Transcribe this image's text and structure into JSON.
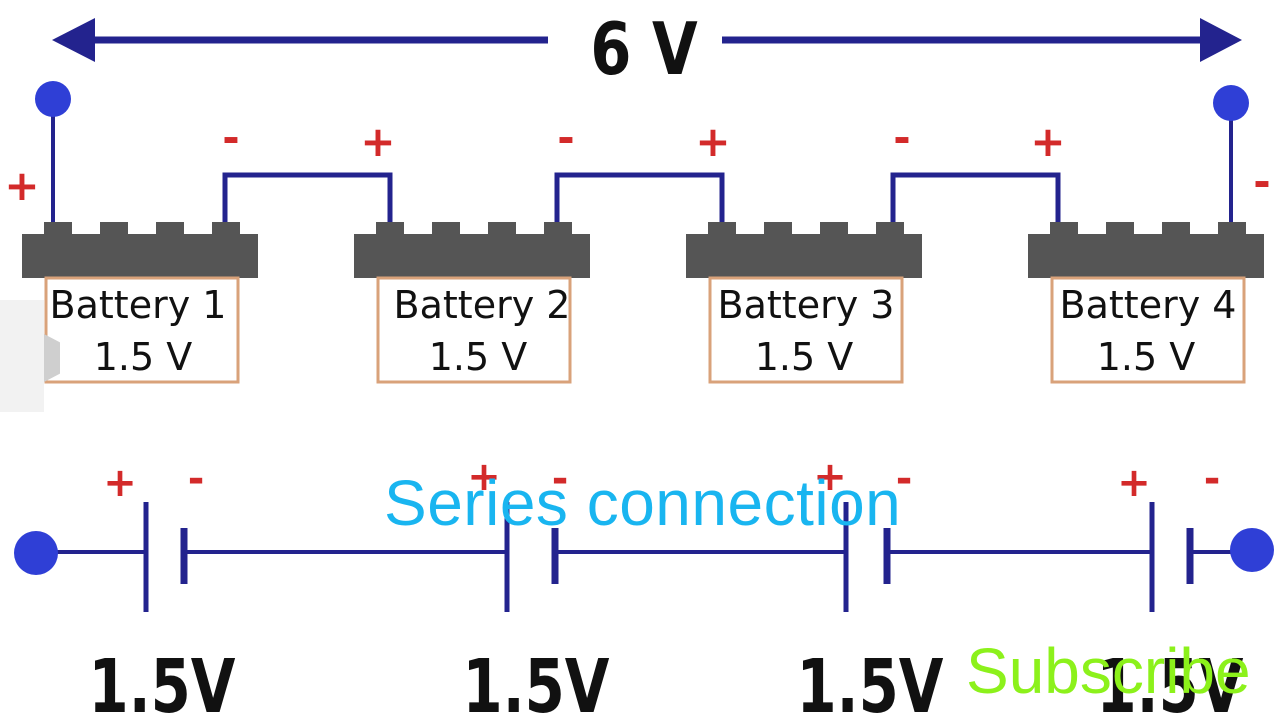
{
  "diagram": {
    "total_voltage": "6 V",
    "batteries": [
      {
        "name": "Battery 1",
        "voltage": "1.5 V"
      },
      {
        "name": "Battery 2",
        "voltage": "1.5 V"
      },
      {
        "name": "Battery 3",
        "voltage": "1.5 V"
      },
      {
        "name": "Battery 4",
        "voltage": "1.5 V"
      }
    ],
    "cell_voltages": [
      "1.5V",
      "1.5V",
      "1.5V",
      "1.5V"
    ],
    "plus_sign": "+",
    "minus_sign": "-"
  },
  "overlay": {
    "title": "Series connection",
    "subscribe": "Subscribe"
  },
  "colors": {
    "wire": "#23238e",
    "terminal_dot": "#2f3fd6",
    "sign_red": "#d32a2a",
    "battery_top": "#555555",
    "battery_border": "#d9a27a",
    "title_blue": "#19b5f0",
    "subscribe_green": "#8cf11b"
  },
  "icons": [
    "play-icon",
    "arrow-left-icon",
    "arrow-right-icon"
  ]
}
